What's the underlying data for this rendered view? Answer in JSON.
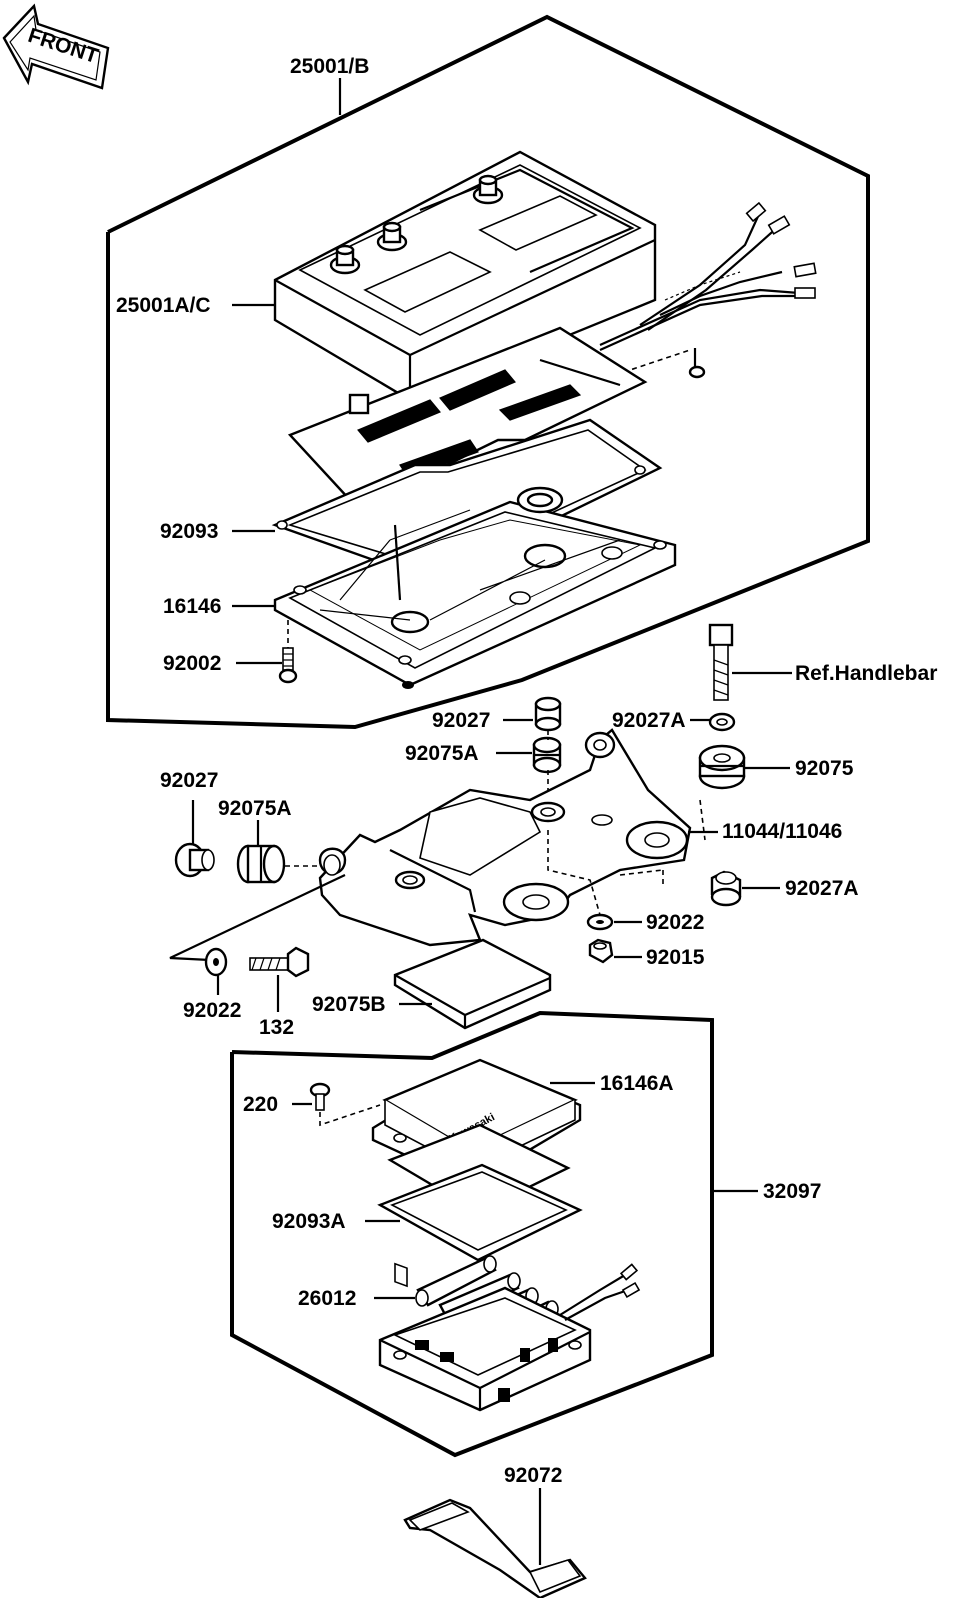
{
  "front_arrow": {
    "label": "FRONT"
  },
  "labels": {
    "meter_assembly": "25001/B",
    "meter_case": "25001A/C",
    "gasket_upper": "92093",
    "meter_cover": "16146",
    "screw_cover": "92002",
    "ref_handlebar": "Ref.Handlebar",
    "collar_top": "92027",
    "collar_top_a": "92027A",
    "damper_top_a": "92075A",
    "damper_right": "92075",
    "collar_left": "92027",
    "damper_left_a": "92075A",
    "bracket": "11044/11046",
    "collar_right_a": "92027A",
    "washer_right": "92022",
    "nut": "92015",
    "washer_left": "92022",
    "bolt": "132",
    "pad": "92075B",
    "screw_220": "220",
    "clock_cover": "16146A",
    "clock_assembly": "32097",
    "gasket_lower": "92093A",
    "battery": "26012",
    "band": "92072"
  },
  "clock_brand": "Kawasaki"
}
